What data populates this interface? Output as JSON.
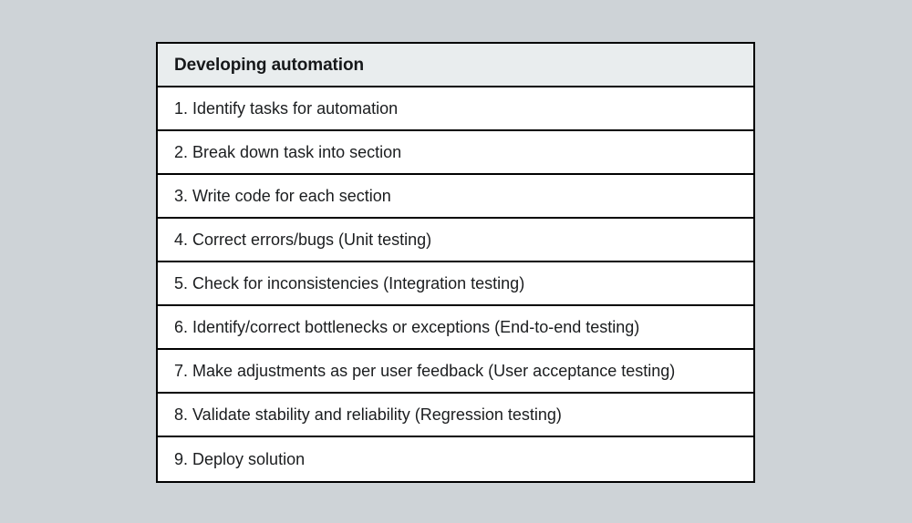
{
  "page": {
    "background_color": "#ced3d7"
  },
  "table": {
    "header": {
      "title": "Developing automation",
      "background_color": "#e9edee",
      "text_color": "#16181a"
    },
    "border_color": "#000000",
    "row_background_color": "#ffffff",
    "row_text_color": "#1b1d1f",
    "rows": [
      {
        "number": "1.",
        "label": "1. Identify tasks for automation"
      },
      {
        "number": "2.",
        "label": "2. Break down task into section"
      },
      {
        "number": "3.",
        "label": "3. Write code for each section"
      },
      {
        "number": "4.",
        "label": "4. Correct errors/bugs (Unit testing)"
      },
      {
        "number": "5.",
        "label": "5. Check for inconsistencies (Integration testing)"
      },
      {
        "number": "6.",
        "label": "6. Identify/correct bottlenecks or exceptions (End-to-end testing)"
      },
      {
        "number": "7.",
        "label": "7. Make adjustments as per user feedback (User acceptance testing)"
      },
      {
        "number": "8.",
        "label": "8. Validate stability and reliability (Regression testing)"
      },
      {
        "number": "9.",
        "label": "9. Deploy solution"
      }
    ]
  }
}
